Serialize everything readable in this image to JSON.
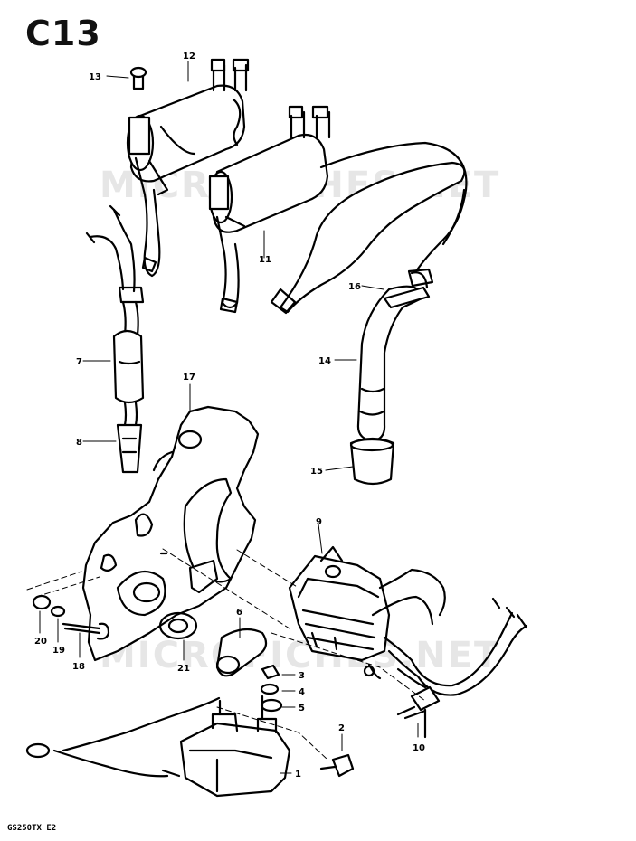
{
  "diagram": {
    "code": "C13",
    "model": "GS250TX E2",
    "watermark": "MICROFICHES.NET",
    "parts": [
      {
        "id": "1"
      },
      {
        "id": "2"
      },
      {
        "id": "3"
      },
      {
        "id": "4"
      },
      {
        "id": "5"
      },
      {
        "id": "6"
      },
      {
        "id": "7"
      },
      {
        "id": "8"
      },
      {
        "id": "9"
      },
      {
        "id": "10"
      },
      {
        "id": "11"
      },
      {
        "id": "12"
      },
      {
        "id": "13"
      },
      {
        "id": "14"
      },
      {
        "id": "15"
      },
      {
        "id": "16"
      },
      {
        "id": "17"
      },
      {
        "id": "18"
      },
      {
        "id": "19"
      },
      {
        "id": "20"
      },
      {
        "id": "21"
      }
    ]
  }
}
